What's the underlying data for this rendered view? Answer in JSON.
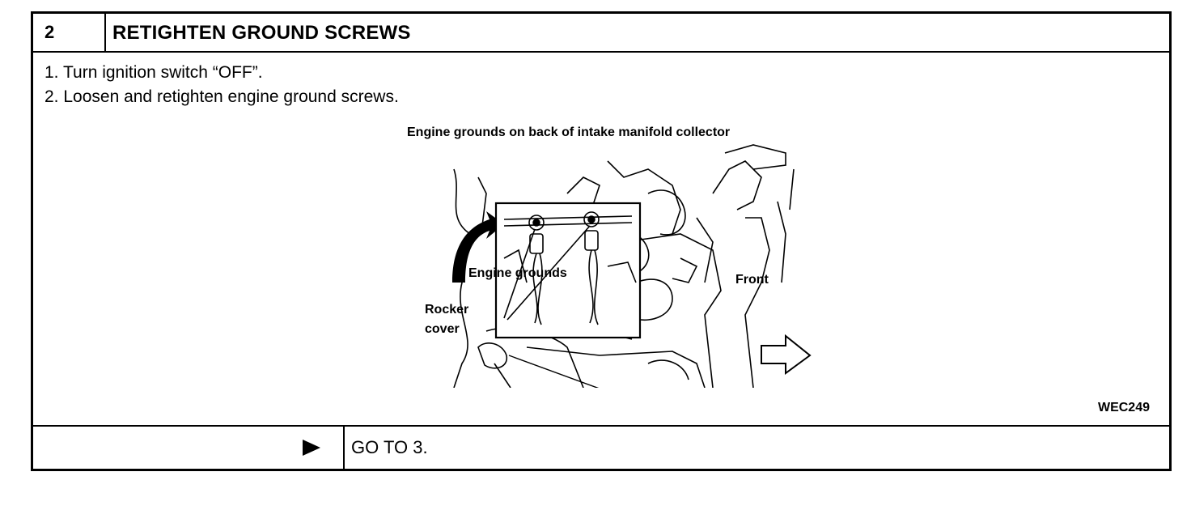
{
  "step": {
    "number": "2",
    "title": "RETIGHTEN GROUND SCREWS"
  },
  "instructions": [
    "1.  Turn ignition switch “OFF”.",
    "2.  Loosen and retighten engine ground screws."
  ],
  "figure": {
    "caption": "Engine grounds on back of intake manifold collector",
    "label_engine_grounds": "Engine grounds",
    "label_front": "Front",
    "label_rocker_line1": "Rocker",
    "label_rocker_line2": "cover",
    "reference_code": "WEC249"
  },
  "action": {
    "icon": "play-arrow-icon",
    "goto_label": "GO TO 3."
  }
}
